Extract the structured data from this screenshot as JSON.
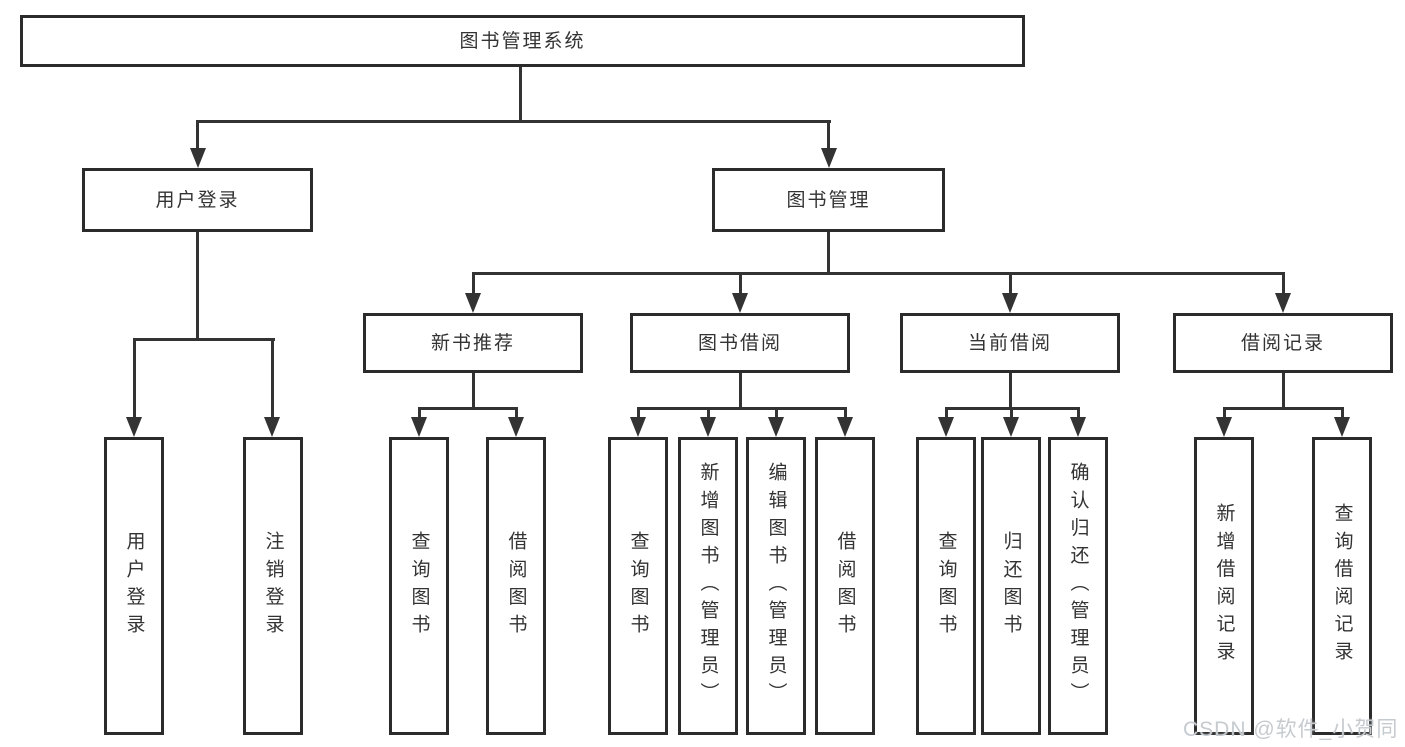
{
  "colors": {
    "line": "#333333",
    "border": "#2b2b2b",
    "text": "#333333",
    "watermark": "#c6cbd0",
    "bg": "#ffffff"
  },
  "watermark": "CSDN @软件_小贺同学",
  "tree": {
    "root": {
      "label": "图书管理系统",
      "children": [
        {
          "label": "用户登录",
          "children": [
            {
              "label": "用户登录"
            },
            {
              "label": "注销登录"
            }
          ]
        },
        {
          "label": "图书管理",
          "children": [
            {
              "label": "新书推荐",
              "children": [
                {
                  "label": "查询图书"
                },
                {
                  "label": "借阅图书"
                }
              ]
            },
            {
              "label": "图书借阅",
              "children": [
                {
                  "label": "查询图书"
                },
                {
                  "label": "新增图书（管理员）"
                },
                {
                  "label": "编辑图书（管理员）"
                },
                {
                  "label": "借阅图书"
                }
              ]
            },
            {
              "label": "当前借阅",
              "children": [
                {
                  "label": "查询图书"
                },
                {
                  "label": "归还图书"
                },
                {
                  "label": "确认归还（管理员）"
                }
              ]
            },
            {
              "label": "借阅记录",
              "children": [
                {
                  "label": "新增借阅记录"
                },
                {
                  "label": "查询借阅记录"
                }
              ]
            }
          ]
        }
      ]
    }
  }
}
